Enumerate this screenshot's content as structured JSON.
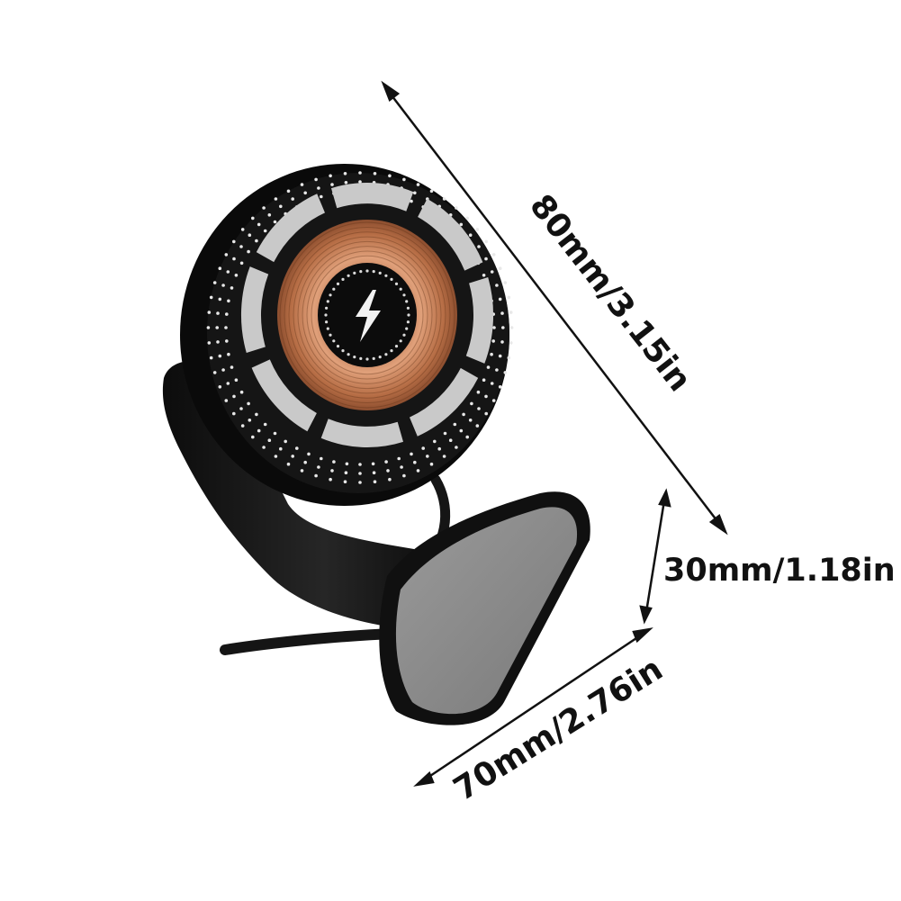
{
  "image": {
    "subject": "magnetic wireless charger stand",
    "icons": [
      "lightning-bolt-icon"
    ]
  },
  "dimensions": {
    "diagonal": "80mm/3.15in",
    "height": "30mm/1.18in",
    "width": "70mm/2.76in"
  },
  "colors": {
    "housing": "#151515",
    "coil": "#c8845a",
    "pads": "#c9c9c9",
    "plate": "#8a8a8a",
    "arrow": "#111111"
  }
}
